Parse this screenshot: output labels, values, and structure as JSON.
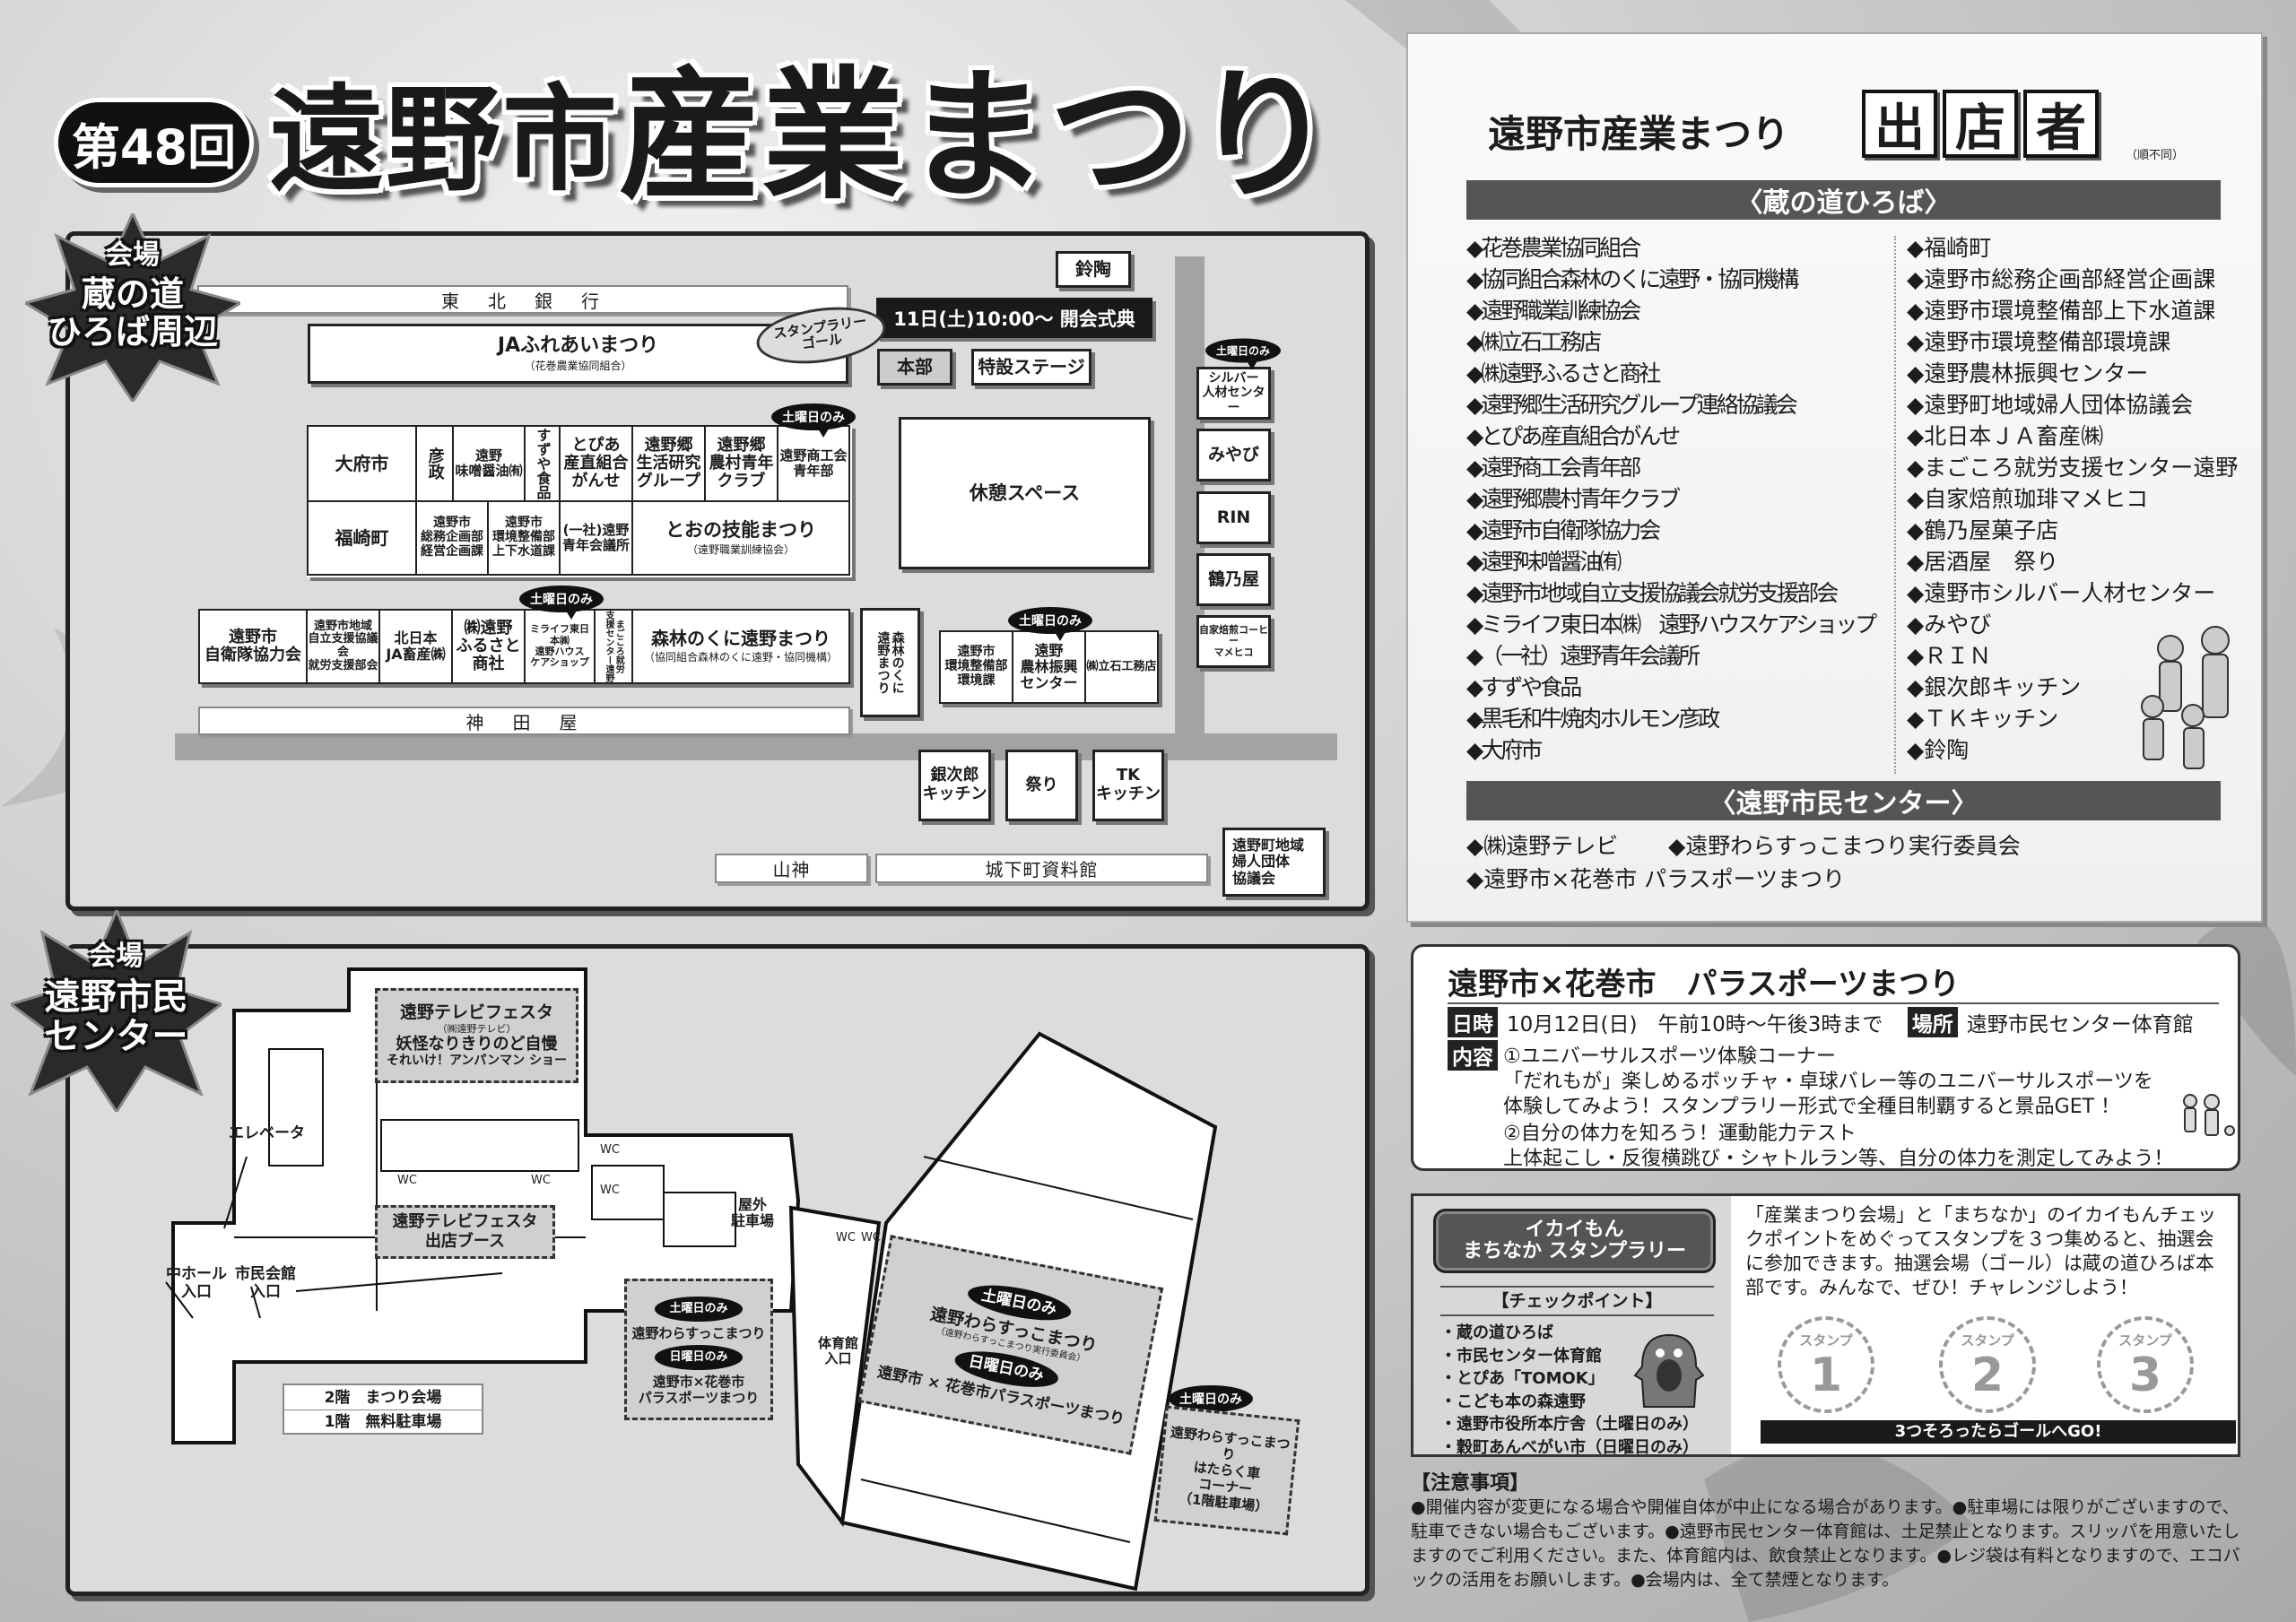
{
  "header": {
    "edition": "第48回",
    "title_a": "遠野市",
    "title_b": "産業まつり"
  },
  "venue1": {
    "label1": "会場",
    "label2": "蔵の道\nひろば周辺"
  },
  "venue2": {
    "label1": "会場",
    "label2": "遠野市民\nセンター"
  },
  "map1": {
    "tohoku_bank": "東　北　銀　行",
    "suzutou": "鈴陶",
    "opening": "11日(土)10:00～ 開会式典",
    "goal": "スタンプラリー\nゴール",
    "honbu": "本部",
    "stage": "特設ステージ",
    "ja_name": "JAふれあいまつり",
    "ja_sub": "（花巻農業協同組合）",
    "rest": "休憩スペース",
    "sat_only": "土曜日のみ",
    "row1": [
      "大府市",
      "彦政",
      "遠野\n味噌醤油㈲",
      "すずや食品",
      "とぴあ\n産直組合\nがんせ",
      "遠野郷\n生活研究\nグループ",
      "遠野郷\n農村青年\nクラブ",
      "遠野商工会\n青年部"
    ],
    "row2": [
      "福崎町",
      "遠野市\n総務企画部\n経営企画課",
      "遠野市\n環境整備部\n上下水道課",
      "(一社)遠野\n青年会議所"
    ],
    "ginou_name": "とおの技能まつり",
    "ginou_sub": "（遠野職業訓練協会）",
    "row3": [
      "遠野市\n自衛隊協力会",
      "遠野市地域\n自立支援協議会\n就労支援部会",
      "北日本\nJA畜産㈱",
      "㈱遠野\nふるさと\n商社",
      "ミライフ東日本㈱\n遠野ハウス\nケアショップ",
      "まごころ就労\n支援センター遠野"
    ],
    "shinrin_name": "森林のくに遠野まつり",
    "shinrin_sub": "（協同組合森林のくに遠野・協同機構）",
    "shinrin_v": "森林のくに\n遠野まつり",
    "kanda": "神　田　屋",
    "row4": [
      "遠野市\n環境整備部\n環境課",
      "遠野\n農林振興\nセンター",
      "㈱立石工務店"
    ],
    "right_col": [
      "シルバー\n人材センター",
      "みやび",
      "RIN",
      "鶴乃屋",
      "自家焙煎コーヒー\nマメヒコ"
    ],
    "bottom": [
      "銀次郎\nキッチン",
      "祭り",
      "TK\nキッチン"
    ],
    "yamagami": "山神",
    "jokamachi": "城下町資料館",
    "fujin": "遠野町地域\n婦人団体\n協議会"
  },
  "map2": {
    "tv_title": "遠野テレビフェスタ",
    "tv_sub": "（㈱遠野テレビ）",
    "tv_line1": "妖怪なりきりのど自慢",
    "tv_line2": "それいけ！アンパンマン ショー",
    "booth": "遠野テレビフェスタ\n出店ブース",
    "elevator": "エレベータ",
    "naka_hall": "中ホール\n入口",
    "shimin_kaikan": "市民会館\n入口",
    "outdoor_parking": "屋外\n駐車場",
    "gym_entrance": "体育館\n入口",
    "wc": "WC",
    "floor2": "2階　まつり会場",
    "floor1": "1階　無料駐車場",
    "sat_only": "土曜日のみ",
    "sun_only": "日曜日のみ",
    "warasukko": "遠野わらすっこまつり",
    "parasports": "遠野市×花巻市\nパラスポーツまつり",
    "gym_warasukko": "遠野わらすっこまつり",
    "gym_warasukko_sub": "（遠野わらすっこまつり実行委員会）",
    "gym_para": "遠野市 × 花巻市パラスポーツまつり",
    "hataraku": "遠野わらすっこまつり\nはたらく車\nコーナー\n（1階駐車場）"
  },
  "exhibitors": {
    "title": "遠野市産業まつり",
    "badge": [
      "出",
      "店",
      "者"
    ],
    "note": "（順不同）",
    "section1": "〈蔵の道ひろば〉",
    "left": [
      "花巻農業協同組合",
      "協同組合森林のくに遠野・協同機構",
      "遠野職業訓練協会",
      "㈱立石工務店",
      "㈱遠野ふるさと商社",
      "遠野郷生活研究グループ連絡協議会",
      "とぴあ産直組合がんせ",
      "遠野商工会青年部",
      "遠野郷農村青年クラブ",
      "遠野市自衛隊協力会",
      "遠野味噌醤油㈲",
      "遠野市地域自立支援協議会就労支援部会",
      "ミライフ東日本㈱　遠野ハウスケアショップ",
      "（一社）遠野青年会議所",
      "すずや食品",
      "黒毛和牛焼肉ホルモン彦政",
      "大府市"
    ],
    "right": [
      "福崎町",
      "遠野市総務企画部経営企画課",
      "遠野市環境整備部上下水道課",
      "遠野市環境整備部環境課",
      "遠野農林振興センター",
      "遠野町地域婦人団体協議会",
      "北日本ＪＡ畜産㈱",
      "まごころ就労支援センター遠野",
      "自家焙煎珈琲マメヒコ",
      "鶴乃屋菓子店",
      "居酒屋　祭り",
      "遠野市シルバー人材センター",
      "みやび",
      "ＲＩＮ",
      "銀次郎キッチン",
      "ＴＫキッチン",
      "鈴陶"
    ],
    "section2": "〈遠野市民センター〉",
    "center": [
      "㈱遠野テレビ",
      "遠野わらすっこまつり実行委員会",
      "遠野市×花巻市 パラスポーツまつり"
    ]
  },
  "para": {
    "title": "遠野市×花巻市　パラスポーツまつり",
    "date_label": "日時",
    "date": "10月12日(日)　午前10時～午後3時まで",
    "place_label": "場所",
    "place": "遠野市民センター体育館",
    "content_label": "内容",
    "lines": [
      "①ユニバーサルスポーツ体験コーナー",
      "「だれもが」楽しめるボッチャ・卓球バレー等のユニバーサルスポーツを",
      "体験してみよう！スタンプラリー形式で全種目制覇すると景品GET ！",
      "②自分の体力を知ろう！運動能力テスト",
      "上体起こし・反復横跳び・シャトルラン等、自分の体力を測定してみよう！"
    ]
  },
  "stamp": {
    "title": "イカイもん\nまちなか スタンプラリー",
    "check_title": "【チェックポイント】",
    "points": [
      "・蔵の道ひろば",
      "・市民センター体育館",
      "・とぴあ「TOMOK」",
      "・こども本の森遠野",
      "・遠野市役所本庁舎（土曜日のみ）",
      "・穀町あんべがい市（日曜日のみ）"
    ],
    "desc": "「産業まつり会場」と「まちなか」のイカイもんチェックポイントをめぐってスタンプを３つ集めると、抽選会に参加できます。抽選会場（ゴール）は蔵の道ひろば本部です。みんなで、ぜひ！チャレンジしよう！",
    "stamp_label": "スタンプ",
    "stamps": [
      "1",
      "2",
      "3"
    ],
    "go": "3つそろったらゴールへGO!"
  },
  "notes": {
    "title": "【注意事項】",
    "text": "●開催内容が変更になる場合や開催自体が中止になる場合があります。●駐車場には限りがございますので、駐車できない場合もございます。●遠野市民センター体育館は、土足禁止となります。スリッパを用意いたしますのでご利用ください。また、体育館内は、飲食禁止となります。●レジ袋は有料となりますので、エコバックの活用をお願いします。●会場内は、全て禁煙となります。"
  }
}
